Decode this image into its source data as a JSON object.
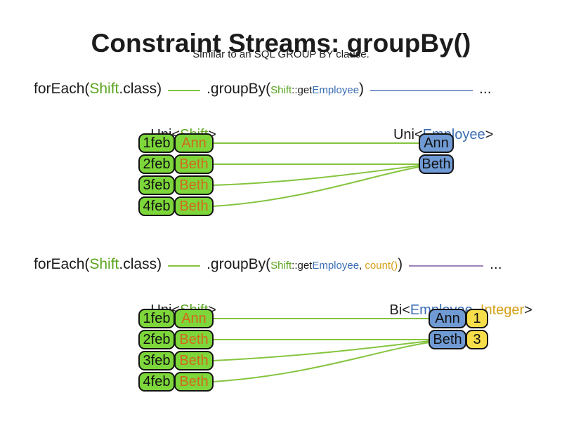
{
  "title": "Constraint Streams: groupBy()",
  "subtitle": "Similar to an SQL GROUP BY clause.",
  "colors": {
    "green_box": "#7dd63a",
    "green_text": "#5aa41e",
    "green_line": "#84c43e",
    "blue_box": "#6f9ad3",
    "blue_text": "#3b6db4",
    "blue_line": "#7d99c9",
    "purple_line": "#9b82ba",
    "gold_text": "#d4a017",
    "yellow_box": "#f6de4b",
    "orange_text": "#d2691e",
    "box_border": "#131313"
  },
  "section1": {
    "code": {
      "foreach": "forEach(",
      "foreach_class": "Shift",
      "foreach_close": ".class)",
      "groupby": ".groupBy(",
      "arg_class": "Shift",
      "arg_accessor": "::get",
      "arg_property": "Employee",
      "close": ")",
      "ellipsis": "..."
    },
    "input_label": {
      "container": "Uni<",
      "type": "Shift",
      "close": ">"
    },
    "output_label": {
      "container": "Uni<",
      "type": "Employee",
      "close": ">"
    },
    "shifts": [
      {
        "date": "1feb",
        "employee": "Ann"
      },
      {
        "date": "2feb",
        "employee": "Beth"
      },
      {
        "date": "3feb",
        "employee": "Beth"
      },
      {
        "date": "4feb",
        "employee": "Beth"
      }
    ],
    "groups": [
      {
        "employee": "Ann"
      },
      {
        "employee": "Beth"
      }
    ]
  },
  "section2": {
    "code": {
      "foreach": "forEach(",
      "foreach_class": "Shift",
      "foreach_close": ".class)",
      "groupby": ".groupBy(",
      "arg_class": "Shift",
      "arg_accessor": "::get",
      "arg_property": "Employee",
      "comma": ", ",
      "arg_count": "count()",
      "close": ")",
      "ellipsis": "..."
    },
    "input_label": {
      "container": "Uni<",
      "type": "Shift",
      "close": ">"
    },
    "output_label": {
      "container": "Bi<",
      "type1": "Employee",
      "comma": ", ",
      "type2": "Integer",
      "close": ">"
    },
    "shifts": [
      {
        "date": "1feb",
        "employee": "Ann"
      },
      {
        "date": "2feb",
        "employee": "Beth"
      },
      {
        "date": "3feb",
        "employee": "Beth"
      },
      {
        "date": "4feb",
        "employee": "Beth"
      }
    ],
    "groups": [
      {
        "employee": "Ann",
        "count": "1"
      },
      {
        "employee": "Beth",
        "count": "3"
      }
    ]
  }
}
